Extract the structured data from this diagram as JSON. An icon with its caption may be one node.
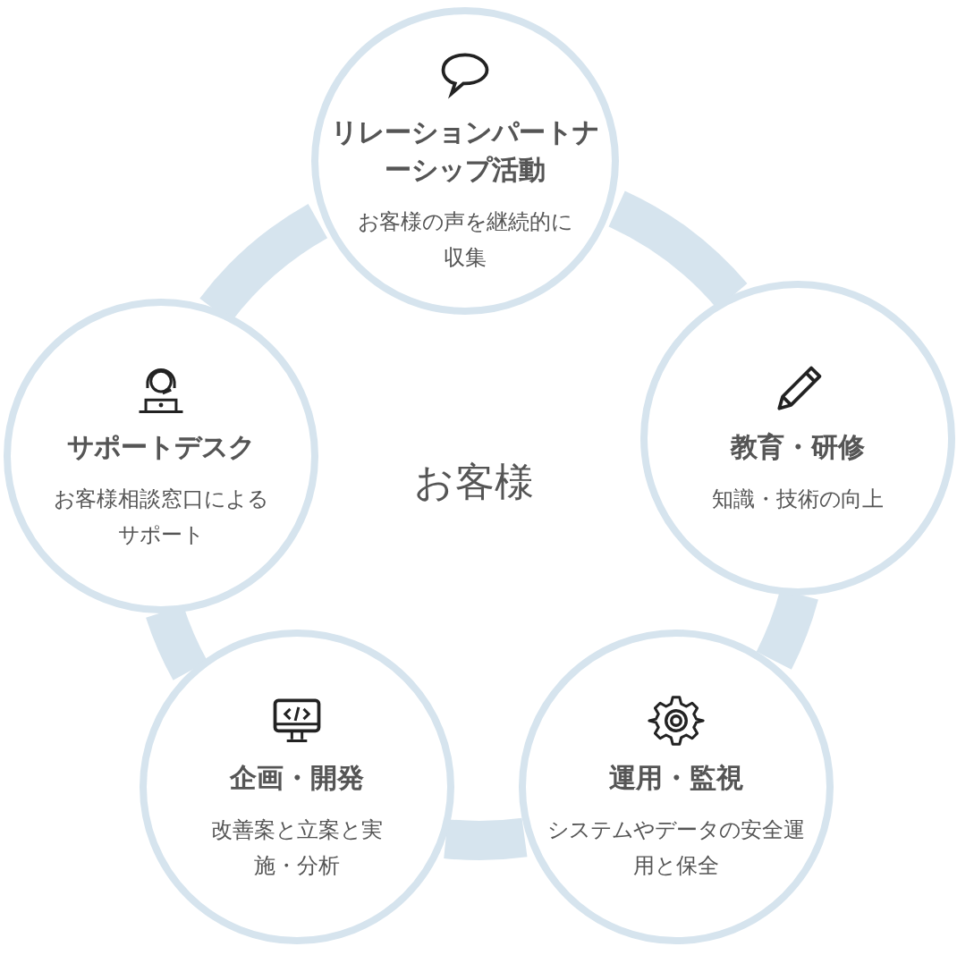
{
  "diagram": {
    "nodes": [
      {
        "text": [
          "リレーションパートナーシップ活動",
          "お客様の声を継続的に収集"
        ]
      },
      {
        "text": [
          "サポートデスク",
          "お客様相談窓口によるサポート"
        ]
      },
      {
        "text": [
          "教育・研修",
          "知識・技術の向上"
        ]
      },
      {
        "text": [
          "企画・開発",
          "改善案と立案と実施・分析"
        ]
      },
      {
        "text": [
          "運用・監視",
          "システムやデータの安全運用と保全"
        ]
      }
    ],
    "edges": [
      {
        "from": 0,
        "to": 2,
        "arrow": "none"
      },
      {
        "from": 2,
        "to": 4,
        "arrow": "none"
      },
      {
        "from": 4,
        "to": 3,
        "arrow": "none"
      },
      {
        "from": 3,
        "to": 1,
        "arrow": "none"
      },
      {
        "from": 1,
        "to": 0,
        "arrow": "none"
      }
    ],
    "labels": [
      "お客様"
    ]
  }
}
